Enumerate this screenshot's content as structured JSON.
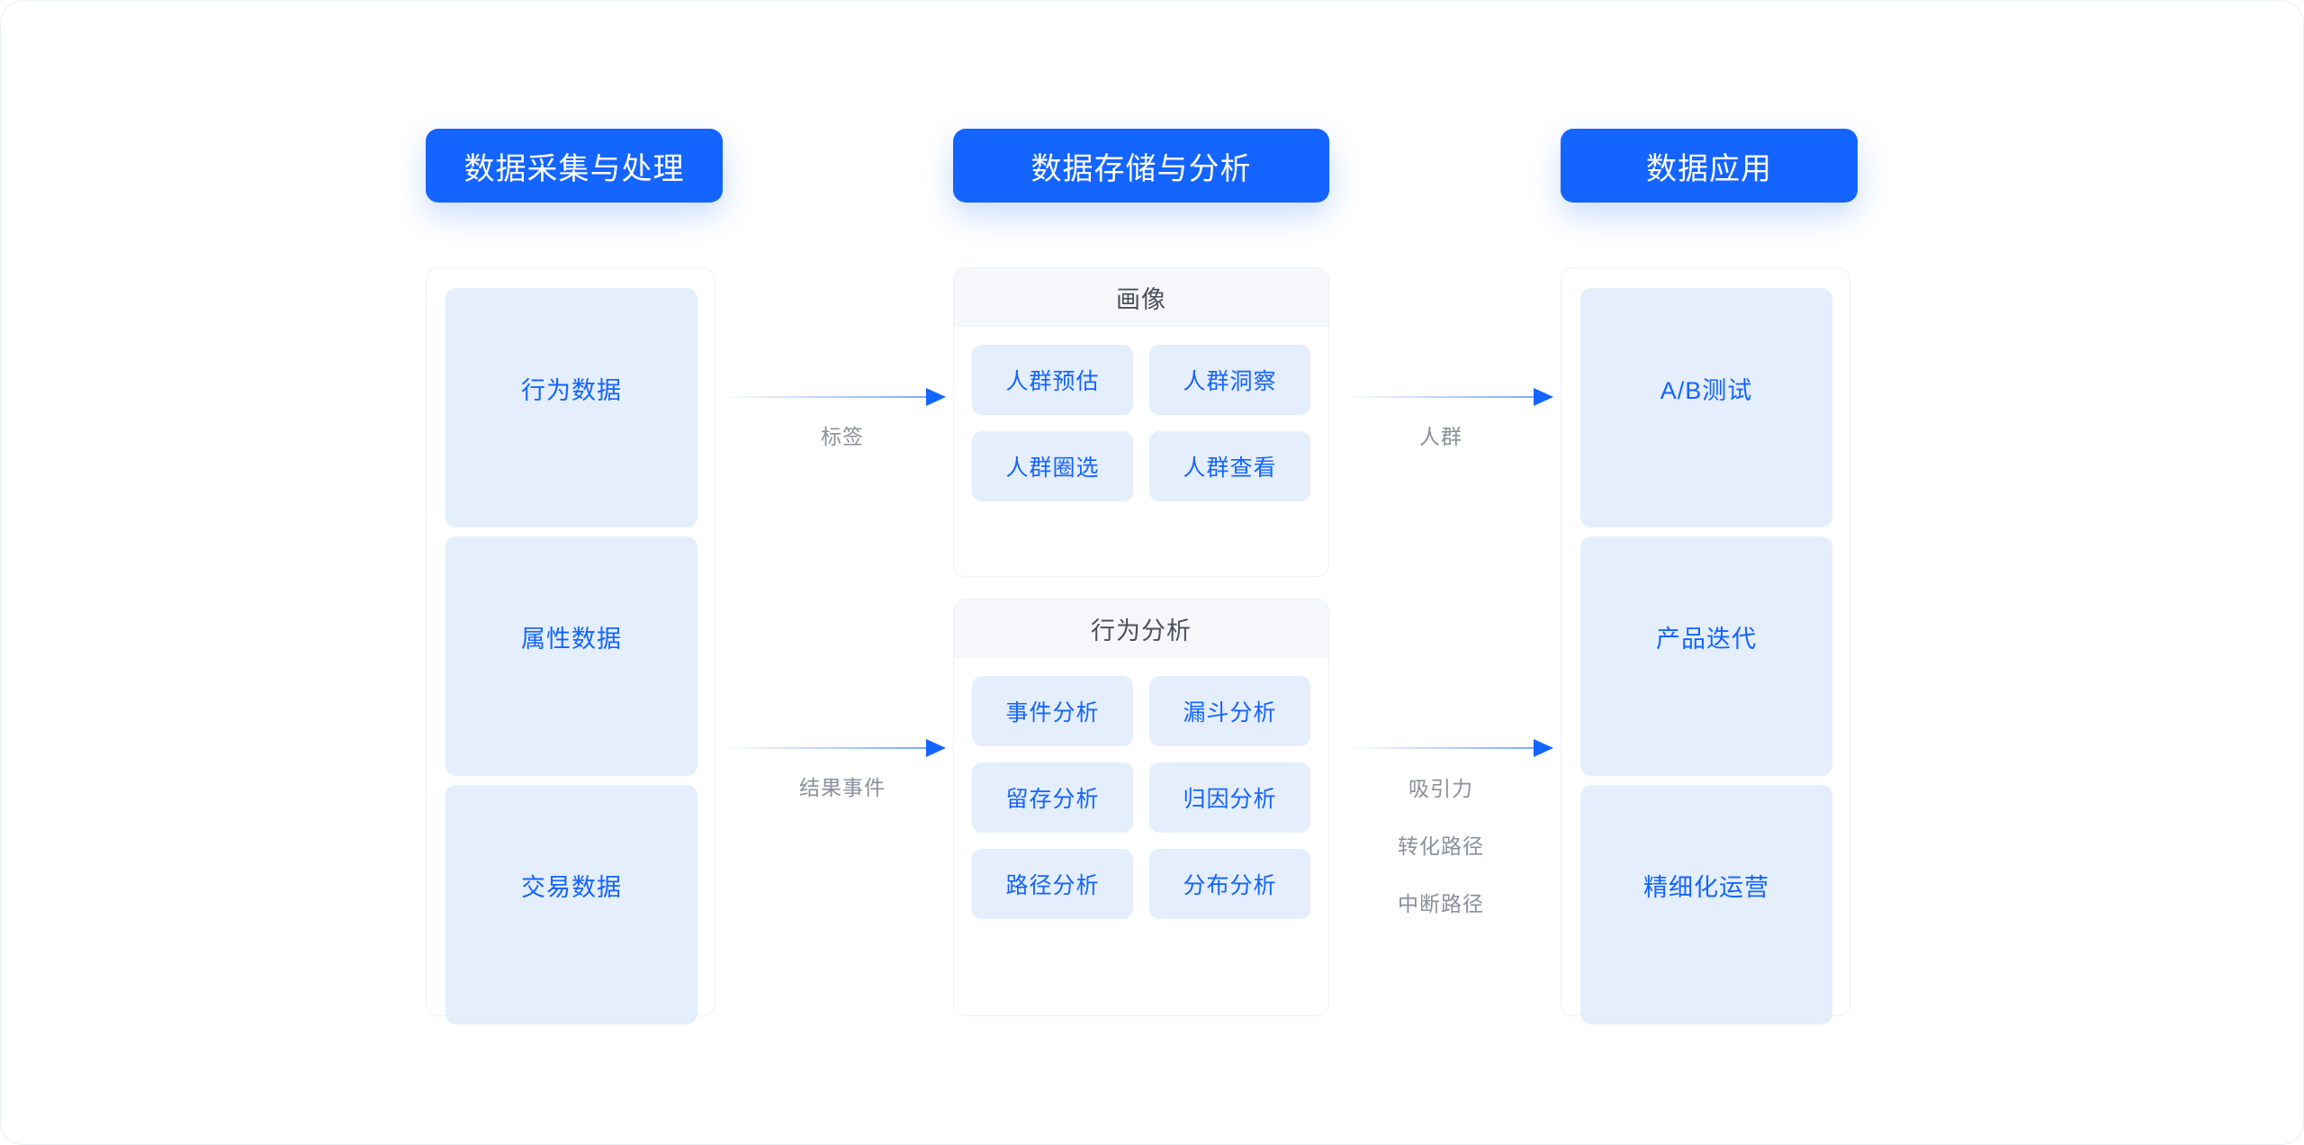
{
  "columns": {
    "collect": {
      "header": "数据采集与处理",
      "tiles": [
        {
          "label": "行为数据"
        },
        {
          "label": "属性数据"
        },
        {
          "label": "交易数据"
        }
      ]
    },
    "store": {
      "header": "数据存储与分析",
      "sections": [
        {
          "title": "画像",
          "chips": [
            "人群预估",
            "人群洞察",
            "人群圈选",
            "人群查看"
          ]
        },
        {
          "title": "行为分析",
          "chips": [
            "事件分析",
            "漏斗分析",
            "留存分析",
            "归因分析",
            "路径分析",
            "分布分析"
          ]
        }
      ]
    },
    "apply": {
      "header": "数据应用",
      "tiles": [
        {
          "label": "A/B测试"
        },
        {
          "label": "产品迭代"
        },
        {
          "label": "精细化运营"
        }
      ]
    }
  },
  "arrows": [
    {
      "name": "collect-to-portrait",
      "caption": "标签"
    },
    {
      "name": "collect-to-behavior",
      "caption": "结果事件"
    },
    {
      "name": "portrait-to-apply",
      "caption": "人群"
    },
    {
      "name": "behavior-to-apply",
      "caption_lines": [
        "吸引力",
        "转化路径",
        "中断路径"
      ]
    }
  ],
  "colors": {
    "brand_blue": "#1464ff",
    "tile_blue": "#e4eefc",
    "section_head_bg": "#f5f7fb",
    "caption_gray": "#8a8f9c",
    "frame_border": "#eceff6"
  }
}
